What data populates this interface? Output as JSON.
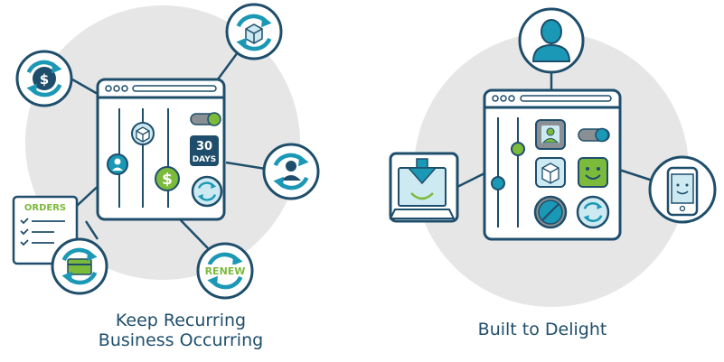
{
  "colors": {
    "navy": "#1e4e6b",
    "teal": "#1a98b5",
    "green": "#7cba3c",
    "light_blue": "#cde9f2",
    "gray_circle": "#e6e6e6",
    "gray": "#8a8f93"
  },
  "left_panel": {
    "caption_line1": "Keep Recurring",
    "caption_line2": "Business Occurring",
    "badge_days_number": "30",
    "badge_days_unit": "DAYS",
    "orders_label": "ORDERS",
    "renew_label": "RENEW",
    "icons": [
      "dollar-recurring-icon",
      "box-recurring-icon",
      "user-recurring-icon",
      "credit-card-recurring-icon",
      "renew-icon",
      "orders-list-icon"
    ]
  },
  "right_panel": {
    "caption": "Built to Delight",
    "icons": [
      "user-avatar-icon",
      "laptop-download-icon",
      "phone-smile-icon"
    ]
  }
}
